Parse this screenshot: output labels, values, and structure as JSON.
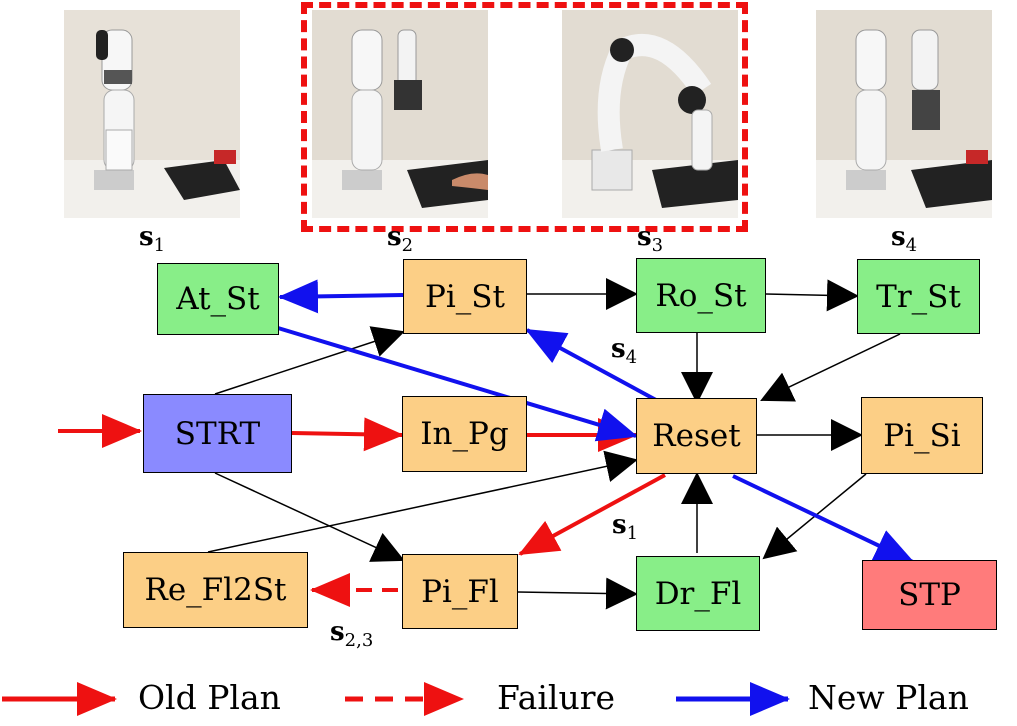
{
  "photos": [
    {
      "id": "s1",
      "label_main": "s",
      "label_sub": "1"
    },
    {
      "id": "s2",
      "label_main": "s",
      "label_sub": "2"
    },
    {
      "id": "s3",
      "label_main": "s",
      "label_sub": "3"
    },
    {
      "id": "s4",
      "label_main": "s",
      "label_sub": "4"
    }
  ],
  "nodes": {
    "at_st": {
      "label": "At_St",
      "color": "#88ee88"
    },
    "pi_st": {
      "label": "Pi_St",
      "color": "#fccf86"
    },
    "ro_st": {
      "label": "Ro_St",
      "color": "#88ee88"
    },
    "tr_st": {
      "label": "Tr_St",
      "color": "#88ee88"
    },
    "strt": {
      "label": "STRT",
      "color": "#8a8aff"
    },
    "in_pg": {
      "label": "In_Pg",
      "color": "#fccf86"
    },
    "reset": {
      "label": "Reset",
      "color": "#fccf86"
    },
    "pi_si": {
      "label": "Pi_Si",
      "color": "#fccf86"
    },
    "re_fl2st": {
      "label": "Re_Fl2St",
      "color": "#fccf86"
    },
    "pi_fl": {
      "label": "Pi_Fl",
      "color": "#fccf86"
    },
    "dr_fl": {
      "label": "Dr_Fl",
      "color": "#88ee88"
    },
    "stp": {
      "label": "STP",
      "color": "#ff7b7b"
    }
  },
  "edge_labels": {
    "s4": {
      "main": "s",
      "sub": "4"
    },
    "s1": {
      "main": "s",
      "sub": "1"
    },
    "s23": {
      "main": "s",
      "sub": "2,3"
    }
  },
  "legend": {
    "old_plan": "Old Plan",
    "failure": "Failure",
    "new_plan": "New Plan"
  },
  "colors": {
    "old_plan": "#ee1111",
    "failure": "#ee1111",
    "new_plan": "#1111ee"
  }
}
